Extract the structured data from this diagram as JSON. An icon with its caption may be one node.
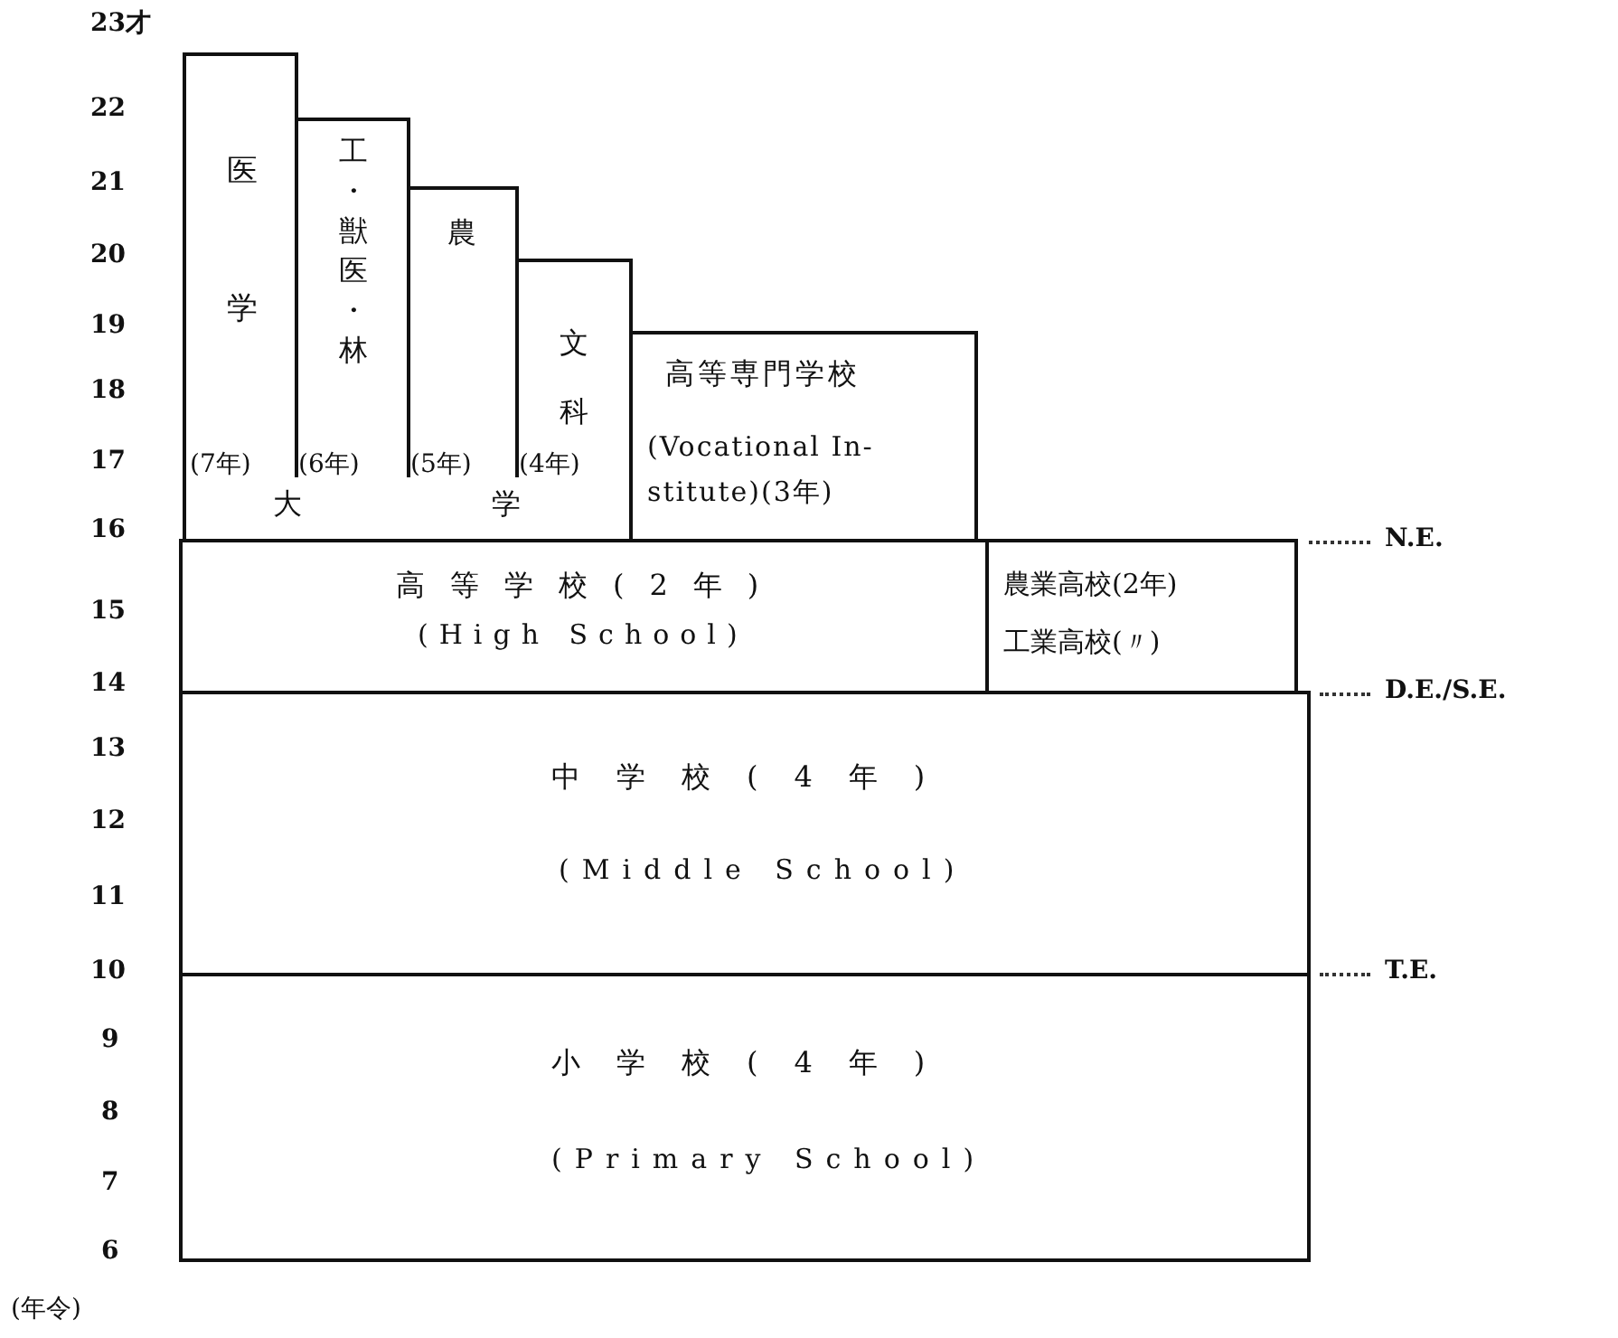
{
  "diagram": {
    "nodes": [
      {
        "text": [
          "大学"
        ]
      },
      {
        "text": [
          "医学",
          "(7年)"
        ],
        "in": 0
      },
      {
        "text": [
          "工・獣医・林",
          "(6年)"
        ],
        "in": 0
      },
      {
        "text": [
          "農",
          "(5年)"
        ],
        "in": 0
      },
      {
        "text": [
          "文科",
          "(4年)"
        ],
        "in": 0
      },
      {
        "text": [
          "高等専門学校",
          "(Vocational In- stitute)(3年)"
        ]
      },
      {
        "text": [
          "高等学校(2年)",
          "(High School)"
        ]
      },
      {
        "text": [
          "農業高校(2年)",
          "工業高校(〃)"
        ]
      },
      {
        "text": [
          "中学校(4年)",
          "(Middle School)"
        ]
      },
      {
        "text": [
          "小学校(4年)",
          "(Primary School)"
        ]
      }
    ],
    "labels": [
      "23才",
      "22",
      "21",
      "20",
      "19",
      "18",
      "17",
      "16",
      "15",
      "14",
      "13",
      "12",
      "11",
      "10",
      "9",
      "8",
      "7",
      "6",
      "(年令)",
      "N.E.",
      "D.E./S.E.",
      "T.E."
    ]
  }
}
